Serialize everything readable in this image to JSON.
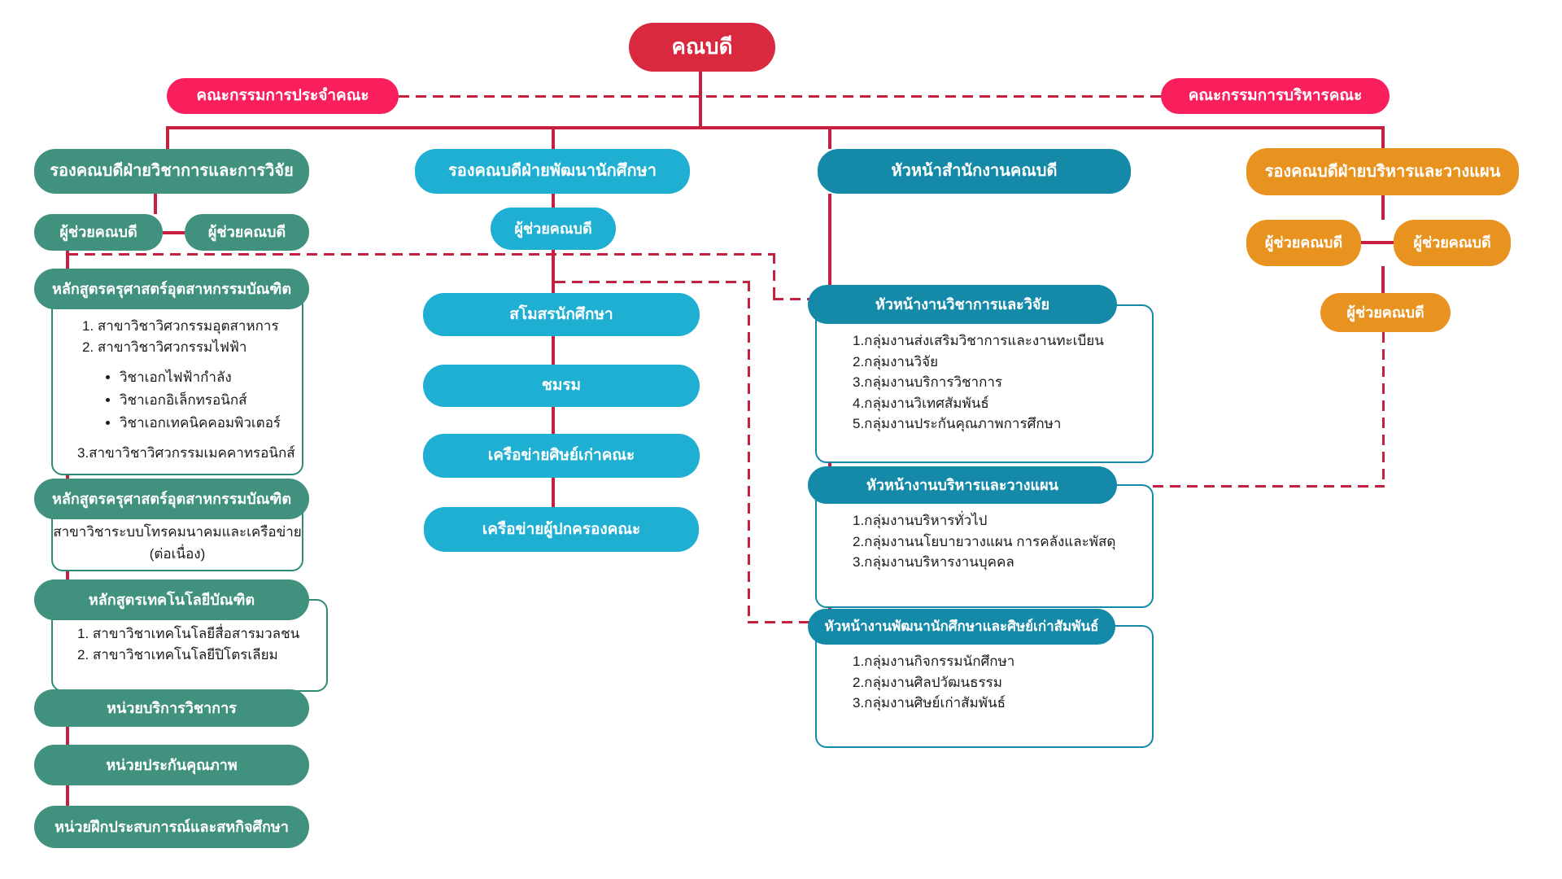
{
  "title": "คณบดี",
  "colors": {
    "dean_red": "#D8293E",
    "committee_pink": "#F91E5C",
    "academic_green": "#40917D",
    "student_cyan": "#1FAFD3",
    "office_teal": "#1489A8",
    "admin_orange": "#E8931F",
    "connector_crimson": "#C5203F",
    "panel_text": "#1A1A1A"
  },
  "dean": {
    "label": "คณบดี"
  },
  "committees": {
    "standing": "คณะกรรมการประจำคณะ",
    "executive": "คณะกรรมการบริหารคณะ"
  },
  "academic": {
    "header": "รองคณบดีฝ่ายวิชาการและการวิจัย",
    "assistants": [
      "ผู้ช่วยคณบดี",
      "ผู้ช่วยคณบดี"
    ],
    "programs": [
      {
        "title": "หลักสูตรครุศาสตร์อุตสาหกรรมบัณฑิต",
        "items_before": [
          "1. สาขาวิชาวิศวกรรมอุตสาหการ",
          "2. สาขาวิชาวิศวกรรมไฟฟ้า"
        ],
        "sub_items": [
          "วิชาเอกไฟฟ้ากำลัง",
          "วิชาเอกอิเล็กทรอนิกส์",
          "วิชาเอกเทคนิคคอมพิวเตอร์"
        ],
        "items_after": [
          "3.สาขาวิชาวิศวกรรมเมคคาทรอนิกส์"
        ]
      },
      {
        "title": "หลักสูตรครุศาสตร์อุตสาหกรรมบัณฑิต",
        "subtitle_line1": "สาขาวิชาระบบโทรคมนาคมและเครือข่าย",
        "subtitle_line2": "(ต่อเนื่อง)"
      },
      {
        "title": "หลักสูตรเทคโนโลยีบัณฑิต",
        "items": [
          "1. สาขาวิชาเทคโนโลยีสื่อสารมวลชน",
          "2. สาขาวิชาเทคโนโลยีปิโตรเลียม"
        ]
      }
    ],
    "units": [
      "หน่วยบริการวิชาการ",
      "หน่วยประกันคุณภาพ",
      "หน่วยฝึกประสบการณ์และสหกิจศึกษา"
    ]
  },
  "student": {
    "header": "รองคณบดีฝ่ายพัฒนานักศึกษา",
    "assistant": "ผู้ช่วยคณบดี",
    "groups": [
      "สโมสรนักศึกษา",
      "ชมรม",
      "เครือข่ายศิษย์เก่าคณะ",
      "เครือข่ายผู้ปกครองคณะ"
    ]
  },
  "office": {
    "header": "หัวหน้าสำนักงานคณบดี",
    "sections": [
      {
        "title": "หัวหน้างานวิชาการและวิจัย",
        "items": [
          "1.กลุ่มงานส่งเสริมวิชาการและงานทะเบียน",
          "2.กลุ่มงานวิจัย",
          "3.กลุ่มงานบริการวิชาการ",
          "4.กลุ่มงานวิเทศสัมพันธ์",
          "5.กลุ่มงานประกันคุณภาพการศึกษา"
        ]
      },
      {
        "title": "หัวหน้างานบริหารและวางแผน",
        "items": [
          "1.กลุ่มงานบริหารทั่วไป",
          "2.กลุ่มงานนโยบายวางแผน การคลังและพัสดุ",
          "3.กลุ่มงานบริหารงานบุคคล"
        ]
      },
      {
        "title": "หัวหน้างานพัฒนานักศึกษาและศิษย์เก่าสัมพันธ์",
        "items": [
          "1.กลุ่มงานกิจกรรมนักศึกษา",
          "2.กลุ่มงานศิลปวัฒนธรรม",
          "3.กลุ่มงานศิษย์เก่าสัมพันธ์"
        ]
      }
    ]
  },
  "admin": {
    "header": "รองคณบดีฝ่ายบริหารและวางแผน",
    "assistants": [
      "ผู้ช่วยคณบดี",
      "ผู้ช่วยคณบดี",
      "ผู้ช่วยคณบดี"
    ]
  }
}
